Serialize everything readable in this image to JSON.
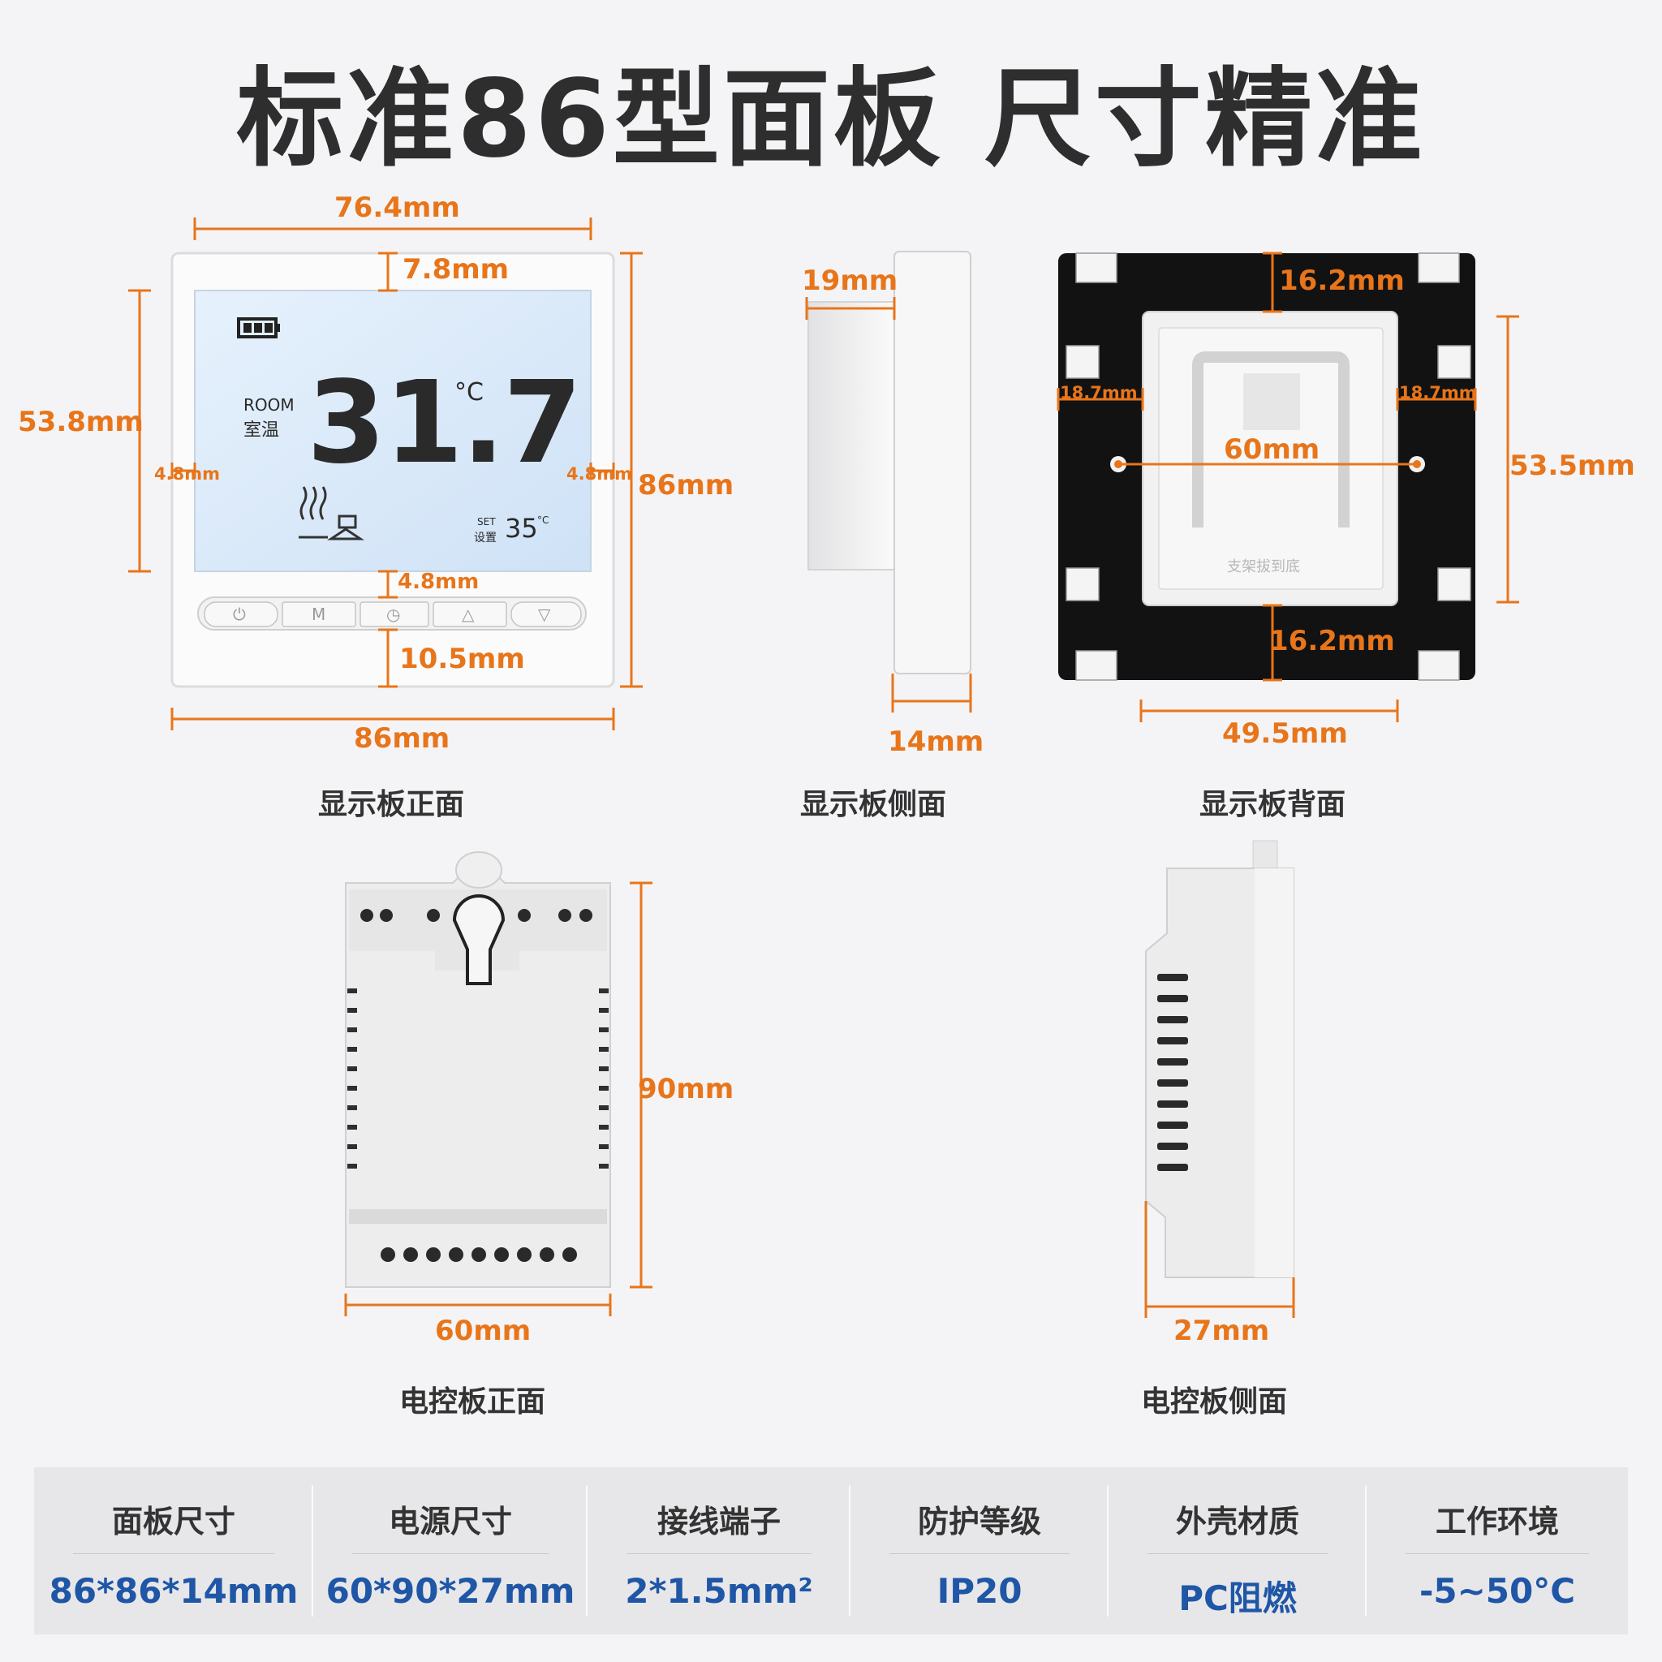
{
  "title": "标准86型面板 尺寸精准",
  "front_panel": {
    "caption": "显示板正面",
    "dims": {
      "screen_width": "76.4mm",
      "top_margin": "7.8mm",
      "screen_height": "53.8mm",
      "left_margin": "4.8mm",
      "right_margin": "4.8mm",
      "height": "86mm",
      "screen_bottom_gap": "4.8mm",
      "bottom_margin": "10.5mm",
      "width": "86mm"
    },
    "lcd": {
      "room_en": "ROOM",
      "room_cn": "室温",
      "temp": "31.7",
      "unit": "°C",
      "set_en": "SET",
      "set_cn": "设置",
      "set_temp": "35",
      "set_unit": "°C"
    },
    "buttons": [
      "⏻",
      "M",
      "◷",
      "△",
      "▽"
    ]
  },
  "side_panel": {
    "caption": "显示板侧面",
    "dims": {
      "depth": "19mm",
      "thickness": "14mm"
    }
  },
  "back_panel": {
    "caption": "显示板背面",
    "dims": {
      "top": "16.2mm",
      "left": "18.7mm",
      "right": "18.7mm",
      "hole_spacing": "60mm",
      "height": "53.5mm",
      "bottom": "16.2mm",
      "width": "49.5mm"
    },
    "imprint": "支架拔到底"
  },
  "control_front": {
    "caption": "电控板正面",
    "dims": {
      "height": "90mm",
      "width": "60mm"
    }
  },
  "control_side": {
    "caption": "电控板侧面",
    "dims": {
      "depth": "27mm"
    }
  },
  "specs": [
    {
      "label": "面板尺寸",
      "value": "86*86*14mm"
    },
    {
      "label": "电源尺寸",
      "value": "60*90*27mm"
    },
    {
      "label": "接线端子",
      "value": "2*1.5mm²"
    },
    {
      "label": "防护等级",
      "value": "IP20"
    },
    {
      "label": "外壳材质",
      "value": "PC阻燃"
    },
    {
      "label": "工作环境",
      "value": "-5~50°C"
    }
  ],
  "colors": {
    "dimension": "#e8751a",
    "spec_value": "#1f56a6",
    "lcd": "#dcebfa",
    "back_plate": "#121212"
  }
}
